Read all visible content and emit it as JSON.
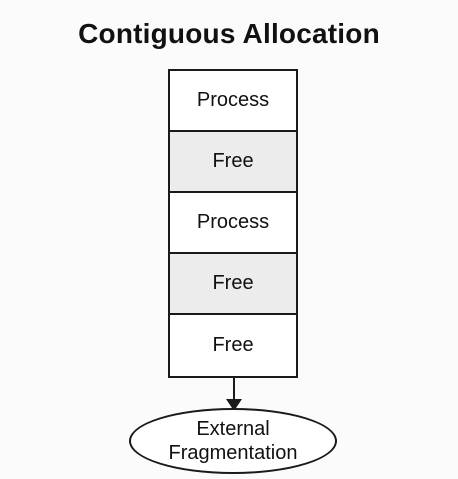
{
  "title": "Contiguous Allocation",
  "blocks": [
    {
      "label": "Process",
      "kind": "process"
    },
    {
      "label": "Free",
      "kind": "free"
    },
    {
      "label": "Process",
      "kind": "process"
    },
    {
      "label": "Free",
      "kind": "free"
    },
    {
      "label": "Free",
      "kind": "free"
    }
  ],
  "result": {
    "line1": "External",
    "line2": "Fragmentation"
  },
  "colors": {
    "process_fill": "#ffffff",
    "free_fill_shaded": "#ececec",
    "stroke": "#1a1a1a",
    "background": "#fbfbfb"
  }
}
